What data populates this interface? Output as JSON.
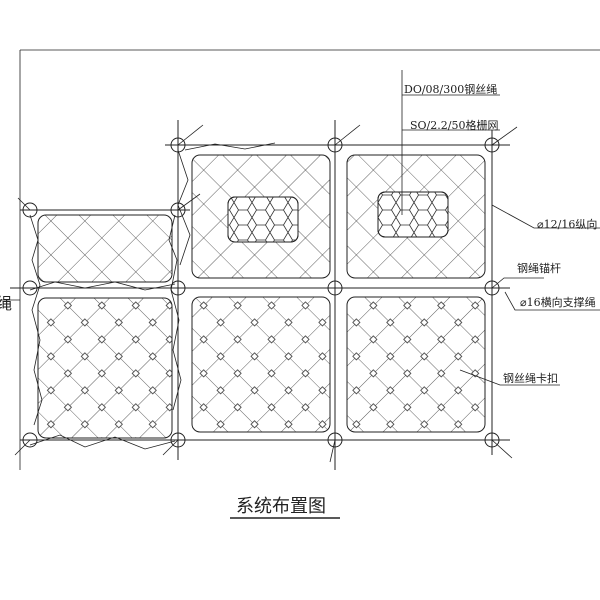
{
  "labels": {
    "wire_rope": "DO/08/300钢丝绳",
    "grid_net": "SO/2.2/50格栅网",
    "longitudinal": "⌀12/16纵向",
    "anchor": "钢绳锚杆",
    "transverse": "⌀16横向支撑绳",
    "clip": "钢丝绳卡扣",
    "left_partial": "绳"
  },
  "title": "系统布置图"
}
